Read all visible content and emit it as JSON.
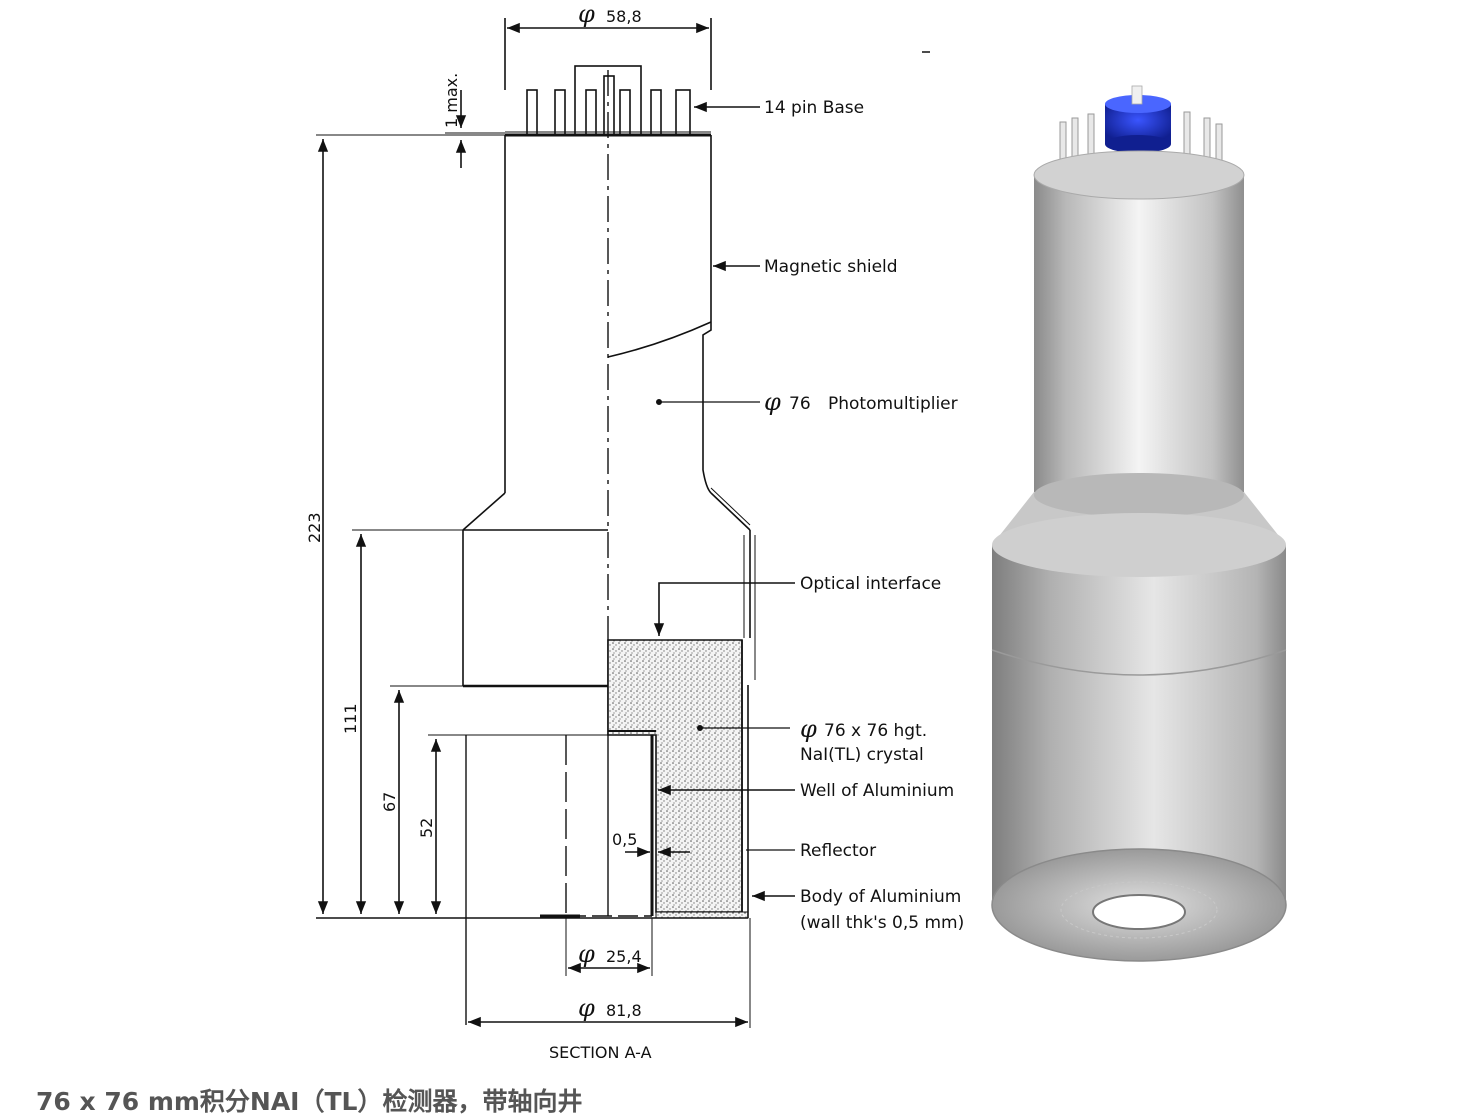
{
  "dimensions": {
    "top_diameter": "58,8",
    "pin_clearance": "1 max.",
    "total_height": "223",
    "housing_height": "111",
    "well_outer_height": "67",
    "well_depth": "52",
    "well_wall": "0,5",
    "well_diameter": "25,4",
    "body_diameter": "81,8",
    "phi_symbol": "φ"
  },
  "labels": {
    "pin_base": "14 pin Base",
    "magnetic_shield": "Magnetic shield",
    "photomultiplier_diameter": "76",
    "photomultiplier": "Photomultiplier",
    "optical_interface": "Optical interface",
    "crystal_line1": "76 x 76 hgt.",
    "crystal_line2": "NaI(TL) crystal",
    "well": "Well of Aluminium",
    "reflector": "Reflector",
    "body_line1": "Body of Aluminium",
    "body_line2": "(wall thk's 0,5 mm)",
    "section": "SECTION A-A"
  },
  "caption": "76 x 76 mm积分NAI（TL）检测器，带轴向井",
  "colors": {
    "line": "#111111",
    "cylinder_light": "#dcdcdc",
    "cylinder_dark": "#8c8c8c",
    "base_blue": "#1f2fb0"
  }
}
